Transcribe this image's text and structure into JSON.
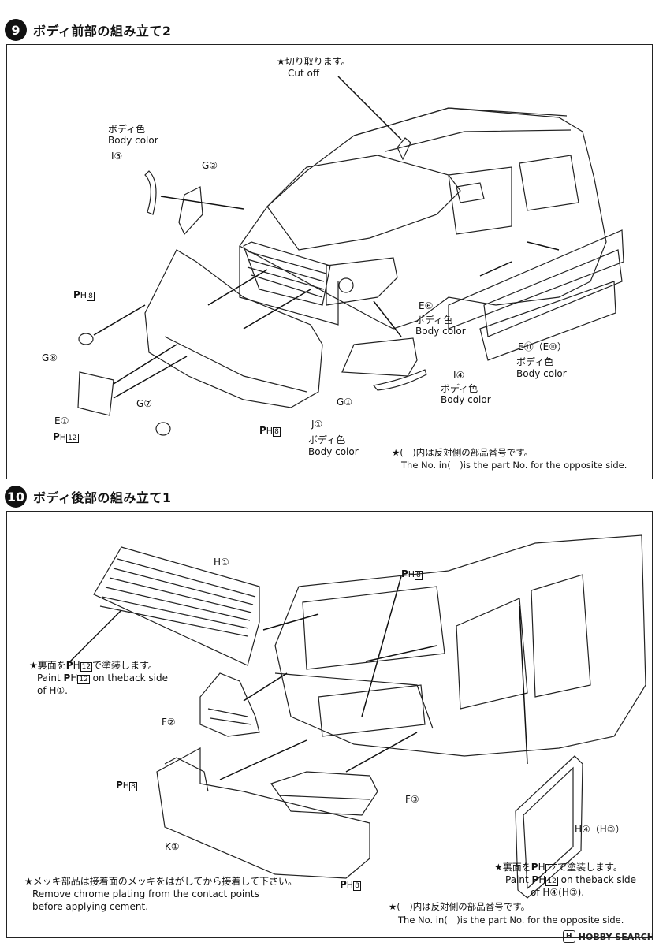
{
  "step9": {
    "number": "9",
    "title": "ボディ前部の組み立て2",
    "cut_off_jp": "★切り取ります。",
    "cut_off_en": "Cut off",
    "body_color_jp": "ボディ色",
    "body_color_en": "Body color",
    "parts": {
      "i3": "I③",
      "g2": "G②",
      "ph8_a": "8",
      "g8": "G⑧",
      "g7": "G⑦",
      "e1": "E①",
      "ph12": "12",
      "ph8_b": "8",
      "j1": "J①",
      "e6": "E⑥",
      "e11": "E⑪（E⑩）",
      "i4": "I④",
      "g1": "G①"
    },
    "note_jp": "★(　)内は反対側の部品番号です。",
    "note_en": "The No. in(　)is the part No. for the opposite side."
  },
  "step10": {
    "number": "10",
    "title": "ボディ後部の組み立て1",
    "parts": {
      "h1": "H①",
      "ph8_top": "8",
      "f2": "F②",
      "ph8_left": "8",
      "f3": "F③",
      "k1": "K①",
      "ph8_bottom": "8",
      "h4": "H④（H③）"
    },
    "paint_left_jp": "★裏面を",
    "paint_left_jp2": "で塗装します。",
    "paint_left_en1": "Paint",
    "paint_left_en2": "on theback side",
    "paint_left_en3": "of H①.",
    "paint_right_jp": "★裏面を",
    "paint_right_jp2": "で塗装します。",
    "paint_right_en1": "Paint",
    "paint_right_en2": "on theback side",
    "paint_right_en3": "of H④(H③).",
    "ph12": "12",
    "chrome_jp": "★メッキ部品は接着面のメッキをはがしてから接着して下さい。",
    "chrome_en1": "Remove chrome plating from the contact points",
    "chrome_en2": "before applying cement.",
    "note_jp": "★(　)内は反対側の部品番号です。",
    "note_en": "The No. in(　)is the part No. for the opposite side."
  },
  "watermark": "HOBBY SEARCH"
}
